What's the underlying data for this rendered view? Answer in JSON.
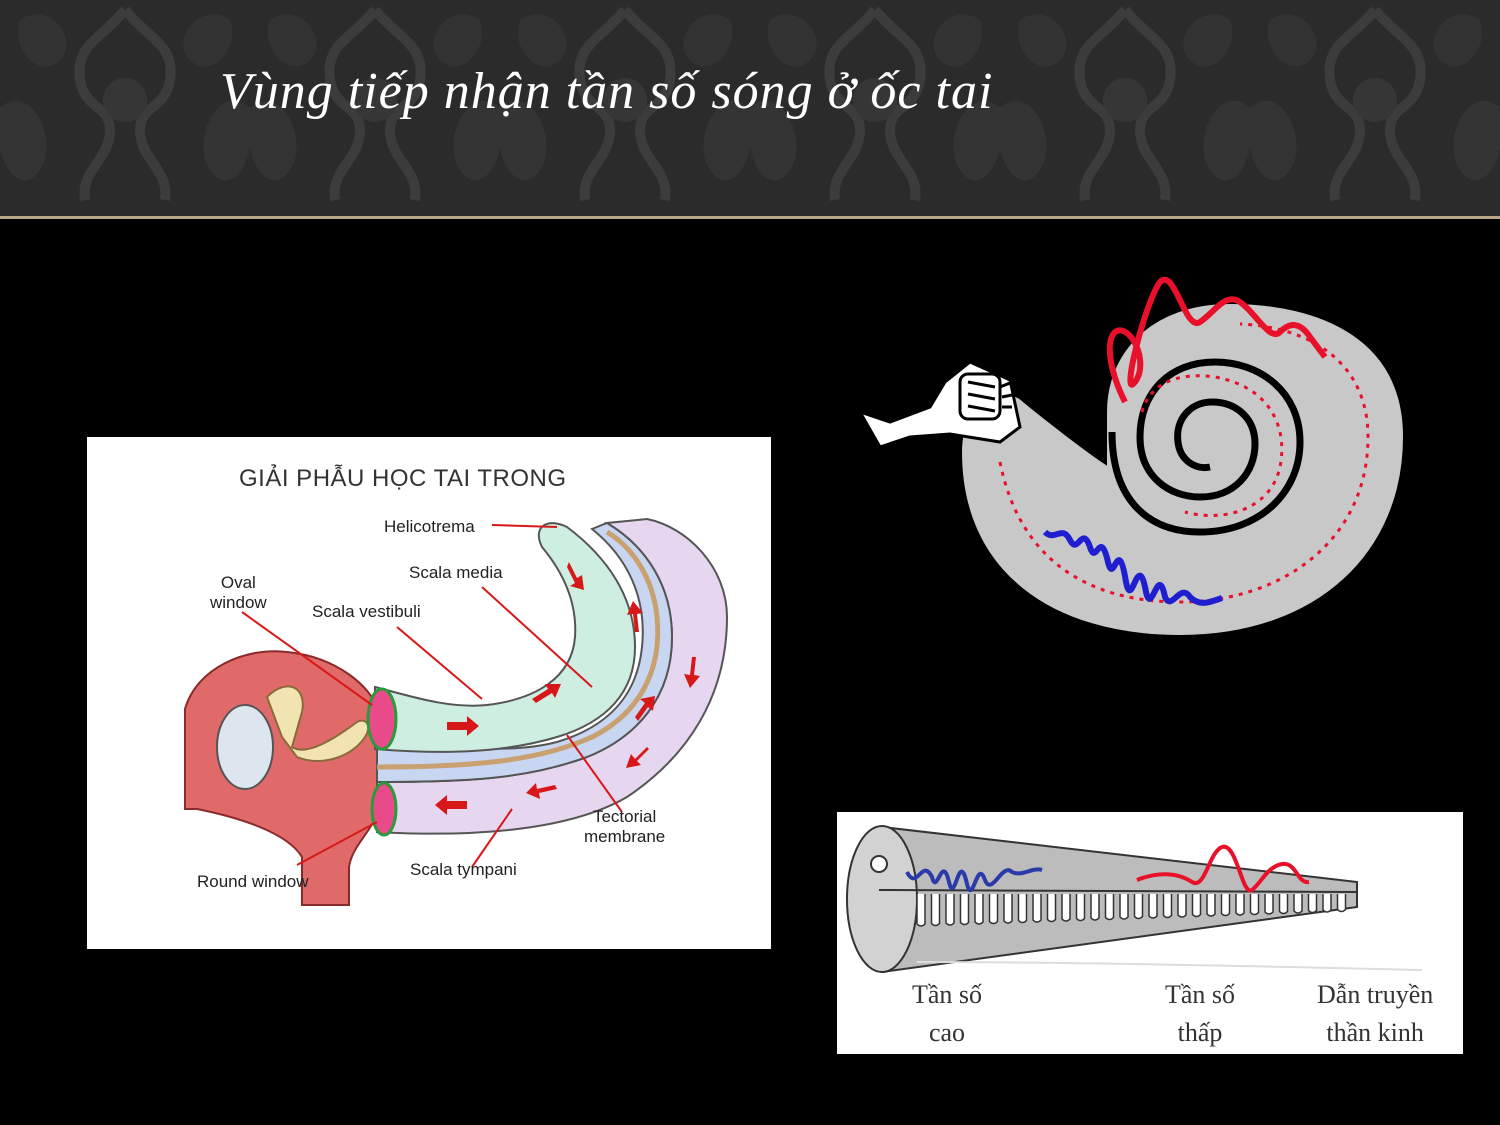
{
  "slide": {
    "title": "Vùng tiếp nhận tần số sóng ở ốc tai"
  },
  "anatomy": {
    "title": "GIẢI PHẪU HỌC TAI TRONG",
    "labels": {
      "helicotrema": "Helicotrema",
      "scala_media": "Scala media",
      "oval_window": "Oval\nwindow",
      "scala_vestibuli": "Scala vestibuli",
      "tectorial_membrane": "Tectorial\nmembrane",
      "round_window": "Round window",
      "scala_tympani": "Scala tympani"
    }
  },
  "basilar": {
    "labels": {
      "high": "Tần số\ncao",
      "low": "Tần số\nthấp",
      "nerve": "Dẫn truyền\nthần kinh"
    }
  },
  "colors": {
    "header_bg": "#2b2b2b",
    "high_freq_wave": "#1f1fd0",
    "low_freq_wave": "#e8102a",
    "cochlea_fill": "#c8c8c8"
  }
}
